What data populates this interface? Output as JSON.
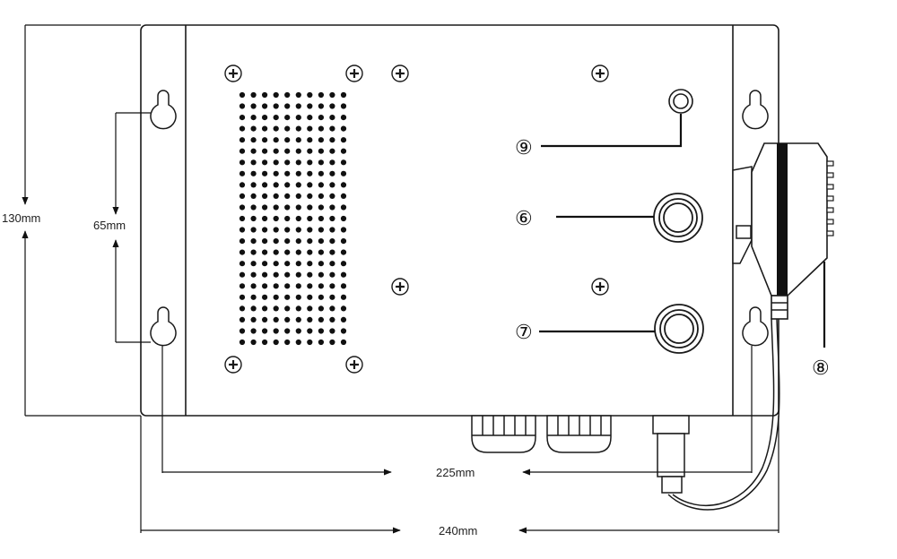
{
  "dimensions": {
    "overall_width": "240mm",
    "hole_spacing_horizontal": "225mm",
    "overall_height": "130mm",
    "hole_spacing_vertical": "65mm"
  },
  "callouts": {
    "c9": "⑨",
    "c6": "⑥",
    "c7": "⑦",
    "c8": "⑧"
  },
  "colors": {
    "line": "#1a1a1a",
    "fill": "#ffffff"
  }
}
